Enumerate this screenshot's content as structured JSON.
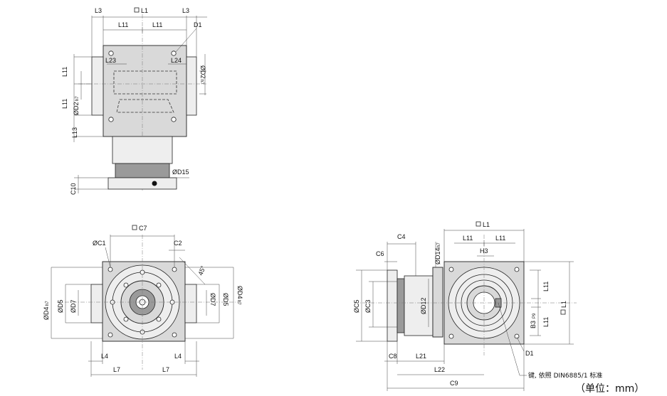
{
  "labels": {
    "top": {
      "L3_left": "L3",
      "L1": "L1",
      "L3_right": "L3",
      "L11_a": "L11",
      "L11_b": "L11",
      "D1": "D1",
      "L23": "L23",
      "L24": "L24",
      "D2_right": "ØD2",
      "D2_right_tol": "h7",
      "L11_v1": "L11",
      "L11_v2": "L11",
      "D2_left": "ØD2",
      "D2_left_tol": "h7",
      "L13": "L13",
      "D15": "ØD15",
      "C10": "C10"
    },
    "front": {
      "C7": "C7",
      "C1": "ØC1",
      "C2": "C2",
      "angle": "45°",
      "D4_left": "ØD4",
      "D4_left_tol": "h7",
      "D5_left": "ØD5",
      "D7_left": "ØD7",
      "D7_right": "ØD7",
      "D5_right": "ØD5",
      "D4_right": "ØD4",
      "D4_right_tol": "h7",
      "L4_left": "L4",
      "L4_right": "L4",
      "L7_left": "L7",
      "L7_right": "L7"
    },
    "side": {
      "C4": "C4",
      "C6": "C6",
      "D14": "ØD14",
      "D14_tol": "h7",
      "L1": "L1",
      "L11_a": "L11",
      "L11_b": "L11",
      "H3": "H3",
      "C5": "ØC5",
      "C3": "ØC3",
      "D12": "ØD12",
      "L11_v1": "L11",
      "L11_v2": "L11",
      "B3": "B3",
      "B3_tol": "P9",
      "L1_v": "L1",
      "D1": "D1",
      "C8": "C8",
      "L21": "L21",
      "L22": "L22",
      "C9": "C9",
      "key_note": "键, 依照 DIN6885/1 标准"
    },
    "unit": "（单位：mm）"
  },
  "colors": {
    "line": "#222222",
    "body_fill": "#d9d9d9",
    "dark_fill": "#9a9a9a"
  }
}
